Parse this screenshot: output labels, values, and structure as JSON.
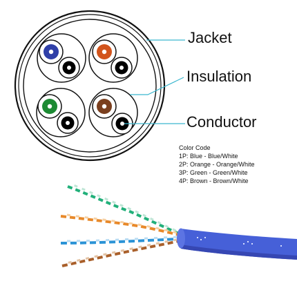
{
  "labels": {
    "jacket": "Jacket",
    "insulation": "Insulation",
    "conductor": "Conductor"
  },
  "color_code": {
    "title": "Color Code",
    "pairs": [
      "1P: Blue - Blue/White",
      "2P: Orange - Orange/White",
      "3P: Green - Green/White",
      "4P: Brown - Brown/White"
    ]
  },
  "colors": {
    "callout_line": "#3bb7cf",
    "blue": "#2f3fa8",
    "orange": "#d2541c",
    "green": "#1c8a33",
    "brown": "#7a3f1e",
    "cable_jacket": "#4660d8"
  }
}
